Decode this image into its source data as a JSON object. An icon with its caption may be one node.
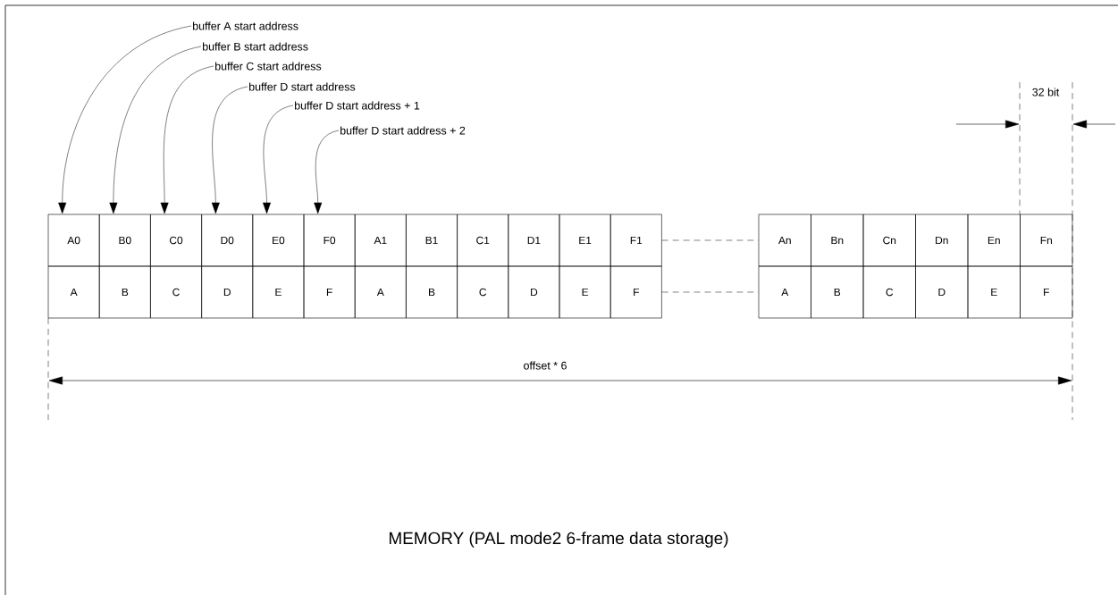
{
  "diagram": {
    "caption": "MEMORY  (PAL mode2 6-frame data storage)",
    "nodes": [
      {
        "text": [
          "buffer A start address"
        ]
      },
      {
        "text": [
          "buffer B start address"
        ]
      },
      {
        "text": [
          "buffer C start address"
        ]
      },
      {
        "text": [
          "buffer D start address"
        ]
      },
      {
        "text": [
          "buffer D start address + 1"
        ]
      },
      {
        "text": [
          "buffer D start address + 2"
        ]
      },
      {
        "text": [
          "A0"
        ]
      },
      {
        "text": [
          "B0"
        ]
      },
      {
        "text": [
          "C0"
        ]
      },
      {
        "text": [
          "D0"
        ]
      },
      {
        "text": [
          "E0"
        ]
      },
      {
        "text": [
          "F0"
        ]
      },
      {
        "text": [
          "A1"
        ]
      },
      {
        "text": [
          "B1"
        ]
      },
      {
        "text": [
          "C1"
        ]
      },
      {
        "text": [
          "D1"
        ]
      },
      {
        "text": [
          "E1"
        ]
      },
      {
        "text": [
          "F1"
        ]
      },
      {
        "text": [
          "A"
        ]
      },
      {
        "text": [
          "B"
        ]
      },
      {
        "text": [
          "C"
        ]
      },
      {
        "text": [
          "D"
        ]
      },
      {
        "text": [
          "E"
        ]
      },
      {
        "text": [
          "F"
        ]
      },
      {
        "text": [
          "A"
        ]
      },
      {
        "text": [
          "B"
        ]
      },
      {
        "text": [
          "C"
        ]
      },
      {
        "text": [
          "D"
        ]
      },
      {
        "text": [
          "E"
        ]
      },
      {
        "text": [
          "F"
        ]
      },
      {
        "text": [
          "An"
        ]
      },
      {
        "text": [
          "Bn"
        ]
      },
      {
        "text": [
          "Cn"
        ]
      },
      {
        "text": [
          "Dn"
        ]
      },
      {
        "text": [
          "En"
        ]
      },
      {
        "text": [
          "Fn"
        ]
      },
      {
        "text": [
          "A"
        ]
      },
      {
        "text": [
          "B"
        ]
      },
      {
        "text": [
          "C"
        ]
      },
      {
        "text": [
          "D"
        ]
      },
      {
        "text": [
          "E"
        ]
      },
      {
        "text": [
          "F"
        ]
      }
    ],
    "edges": [
      {
        "from": 0,
        "to": 6,
        "arrow": "to"
      },
      {
        "from": 1,
        "to": 7,
        "arrow": "to"
      },
      {
        "from": 2,
        "to": 8,
        "arrow": "to"
      },
      {
        "from": 3,
        "to": 9,
        "arrow": "to"
      },
      {
        "from": 4,
        "to": 10,
        "arrow": "to"
      },
      {
        "from": 5,
        "to": 11,
        "arrow": "to"
      },
      {
        "from": 17,
        "to": 30,
        "arrow": "none",
        "style": "dashed"
      },
      {
        "from": 29,
        "to": 36,
        "arrow": "none",
        "style": "dashed"
      }
    ],
    "labels": [
      "32 bit",
      "offset * 6"
    ]
  }
}
